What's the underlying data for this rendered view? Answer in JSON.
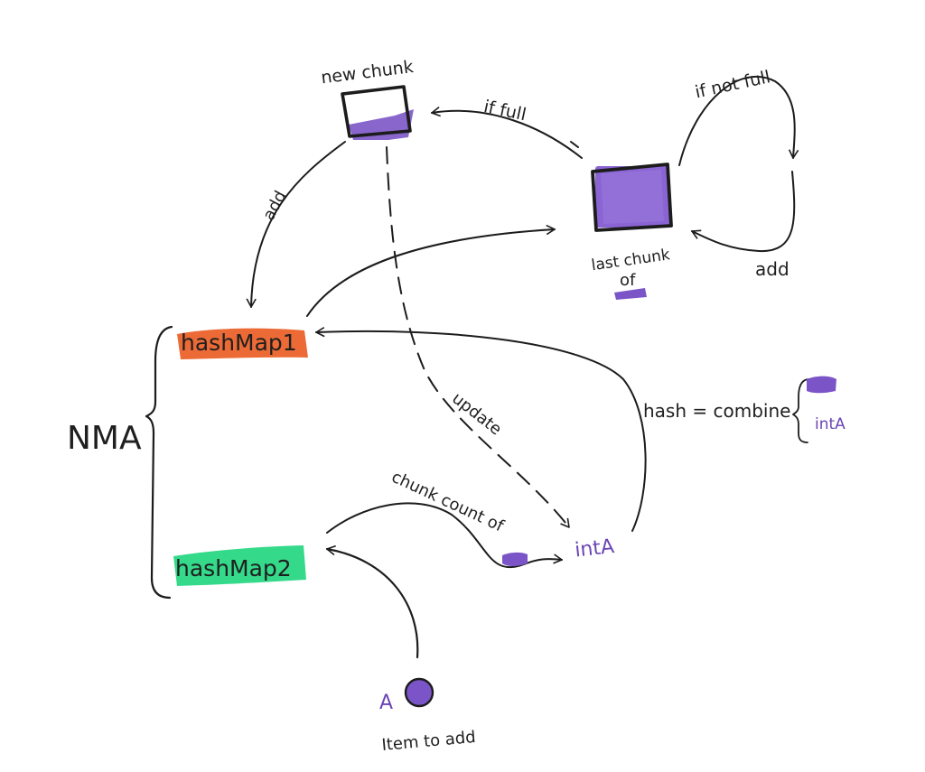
{
  "colors": {
    "ink": "#1c1c1c",
    "purple": "#7b55c7",
    "purple_light": "#9a78dc",
    "orange": "#ec6a35",
    "green": "#34d98a",
    "text_purple": "#6b45b5"
  },
  "labels": {
    "new_chunk": "new chunk",
    "if_full": "if full",
    "if_not_full": "if not full",
    "add_top": "add",
    "add_right": "add",
    "last_chunk": "last chunk",
    "of": "of",
    "hashmap1": "hashMap1",
    "hashmap2": "hashMap2",
    "nma": "NMA",
    "update": "update",
    "hash_combine": "hash = combine",
    "int_a_brace": "intA",
    "chunk_count_of": "chunk count of",
    "int_a": "intA",
    "item_letter": "A",
    "item_to_add": "Item to add"
  }
}
